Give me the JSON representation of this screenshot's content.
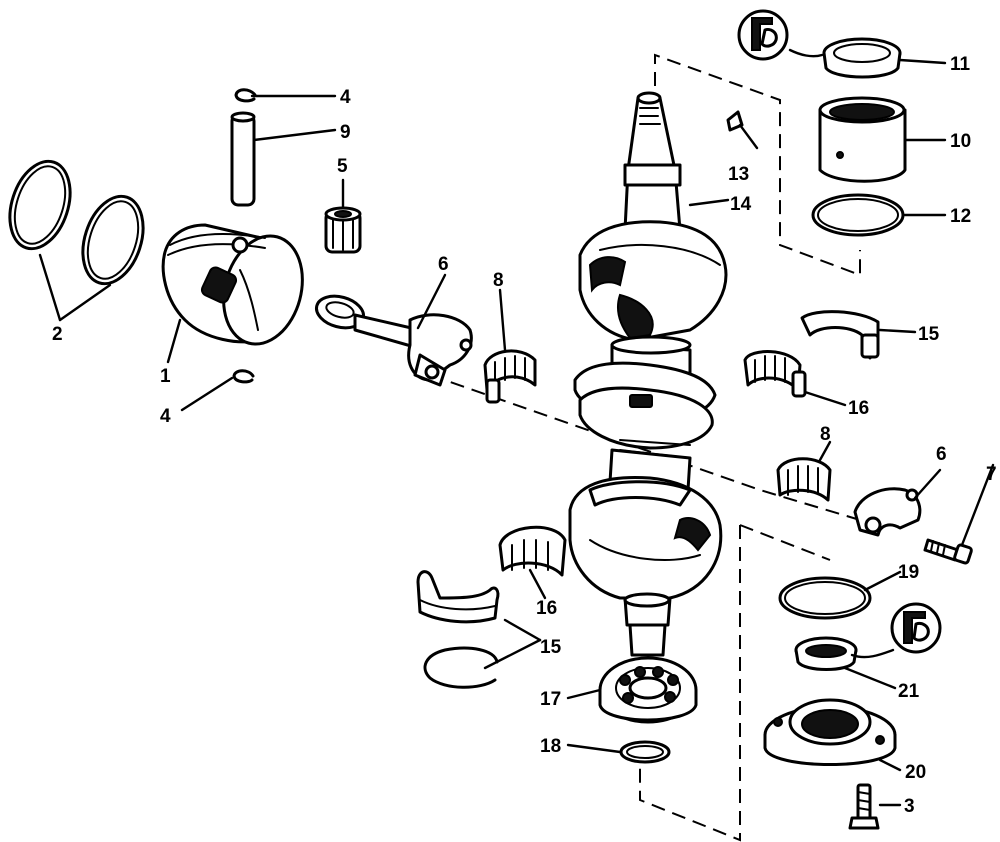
{
  "diagram": {
    "callouts": [
      {
        "id": "c1",
        "label": "1"
      },
      {
        "id": "c2",
        "label": "2"
      },
      {
        "id": "c3",
        "label": "3"
      },
      {
        "id": "c4a",
        "label": "4"
      },
      {
        "id": "c4b",
        "label": "4"
      },
      {
        "id": "c5",
        "label": "5"
      },
      {
        "id": "c6a",
        "label": "6"
      },
      {
        "id": "c6b",
        "label": "6"
      },
      {
        "id": "c7",
        "label": "7"
      },
      {
        "id": "c8a",
        "label": "8"
      },
      {
        "id": "c8b",
        "label": "8"
      },
      {
        "id": "c9",
        "label": "9"
      },
      {
        "id": "c10",
        "label": "10"
      },
      {
        "id": "c11",
        "label": "11"
      },
      {
        "id": "c12",
        "label": "12"
      },
      {
        "id": "c13",
        "label": "13"
      },
      {
        "id": "c14",
        "label": "14"
      },
      {
        "id": "c15a",
        "label": "15"
      },
      {
        "id": "c15b",
        "label": "15"
      },
      {
        "id": "c16a",
        "label": "16"
      },
      {
        "id": "c16b",
        "label": "16"
      },
      {
        "id": "c17",
        "label": "17"
      },
      {
        "id": "c18",
        "label": "18"
      },
      {
        "id": "c19",
        "label": "19"
      },
      {
        "id": "c20",
        "label": "20"
      },
      {
        "id": "c21",
        "label": "21"
      }
    ]
  }
}
